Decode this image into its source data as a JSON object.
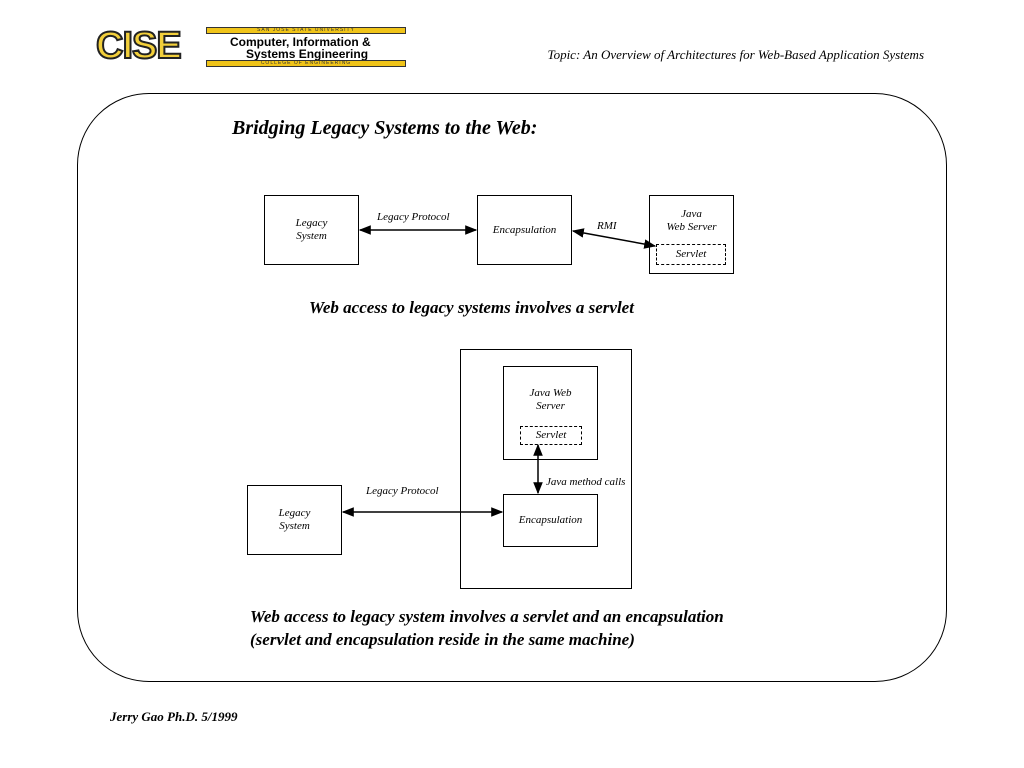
{
  "logo": {
    "mark": "CISE",
    "top_bar": "SAN JOSE STATE UNIVERSITY",
    "line1": "Computer, Information &",
    "line2": "Systems Engineering",
    "bottom_bar": "COLLEGE OF ENGINEERING"
  },
  "topic": "Topic: An Overview of Architectures for Web-Based  Application Systems",
  "heading": "Bridging Legacy Systems to the Web:",
  "diagram1": {
    "legacy": "Legacy System",
    "legacy_protocol": "Legacy Protocol",
    "encapsulation": "Encapsulation",
    "rmi": "RMI",
    "java_web_server_line1": "Java",
    "java_web_server_line2": "Web Server",
    "servlet": "Servlet",
    "caption": "Web access to legacy systems involves a servlet"
  },
  "diagram2": {
    "java_web_server": "Java Web Server",
    "servlet": "Servlet",
    "java_method_calls": "Java method calls",
    "legacy_protocol": "Legacy Protocol",
    "legacy": "Legacy System",
    "encapsulation": "Encapsulation",
    "caption_line1": "Web access to legacy system involves a servlet and an encapsulation",
    "caption_line2": "(servlet and encapsulation reside in the same machine)"
  },
  "footer": "Jerry Gao Ph.D.  5/1999"
}
